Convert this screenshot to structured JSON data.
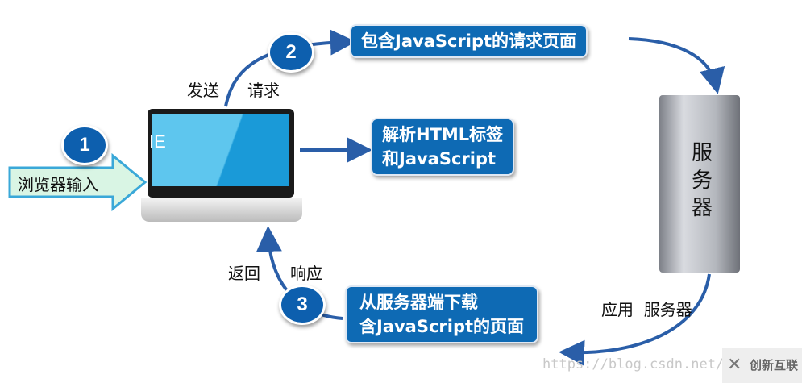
{
  "steps": {
    "n1": "1",
    "n2": "2",
    "n3": "3"
  },
  "labels": {
    "browser_input": "浏览器输入",
    "send": "发送",
    "request": "请求",
    "return": "返回",
    "response": "响应",
    "app_server": "应用  服务器",
    "screen_text": "IE",
    "server_text": "服务器"
  },
  "boxes": {
    "request_page": "包含JavaScript的请求页面",
    "parse_line1": "解析HTML标签",
    "parse_line2": "和JavaScript",
    "download_line1": "从服务器端下载",
    "download_line2": "含JavaScript的页面"
  },
  "watermark": {
    "url": "https://blog.csdn.net/",
    "logo": "创新互联"
  },
  "colors": {
    "accent": "#0e6ab4",
    "arrow": "#2a5ea8"
  }
}
